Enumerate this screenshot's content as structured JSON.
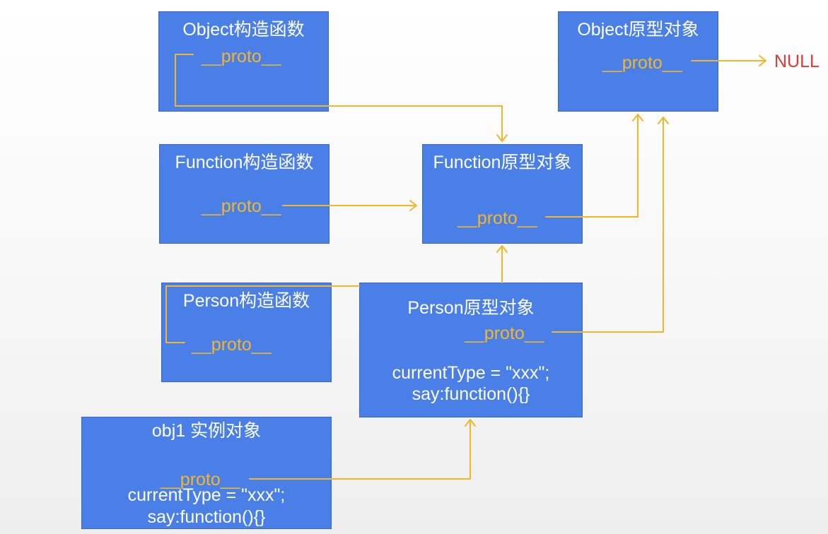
{
  "colors": {
    "box_fill": "#4a7fe8",
    "box_border": "#3a66c4",
    "arrow": "#f2b628",
    "proto_text": "#f2b628",
    "null_text": "#e53935"
  },
  "boxes": {
    "object_constructor": {
      "title": "Object构造函数",
      "proto": "__proto__"
    },
    "object_prototype": {
      "title": "Object原型对象",
      "proto": "__proto__"
    },
    "function_constructor": {
      "title": "Function构造函数",
      "proto": "__proto__"
    },
    "function_prototype": {
      "title": "Function原型对象",
      "proto": "__proto__"
    },
    "person_constructor": {
      "title": "Person构造函数",
      "proto": "__proto__"
    },
    "person_prototype": {
      "title": "Person原型对象",
      "proto": "__proto__",
      "line1": "currentType = \"xxx\";",
      "line2": "say:function(){}"
    },
    "obj1_instance": {
      "title": "obj1 实例对象",
      "proto": "__proto__",
      "line1": "currentType = \"xxx\";",
      "line2": "say:function(){}"
    }
  },
  "null_label": "NULL"
}
